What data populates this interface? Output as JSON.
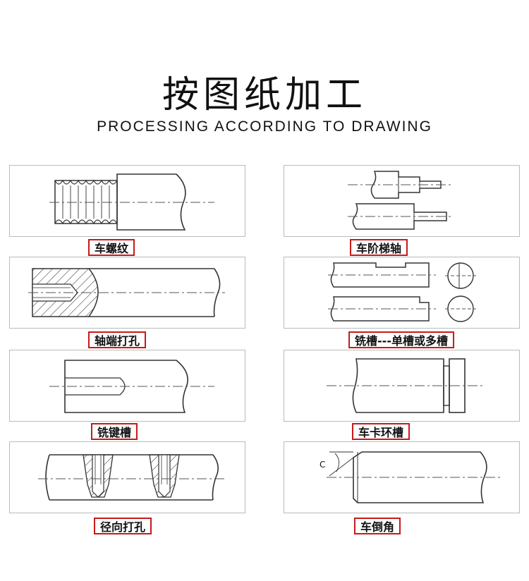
{
  "header": {
    "title": "按图纸加工",
    "subtitle": "PROCESSING ACCORDING TO DRAWING"
  },
  "processes": [
    {
      "label": "车螺纹"
    },
    {
      "label": "车阶梯轴"
    },
    {
      "label": "轴端打孔"
    },
    {
      "label": "铣槽---单槽或多槽"
    },
    {
      "label": "铣键槽"
    },
    {
      "label": "车卡环槽"
    },
    {
      "label": "径向打孔"
    },
    {
      "label": "车倒角"
    }
  ],
  "annotations": {
    "chamfer_symbol": "C"
  },
  "colors": {
    "label_border": "#c71a1a",
    "line": "#333333",
    "panel_border": "#bbbbbb"
  }
}
